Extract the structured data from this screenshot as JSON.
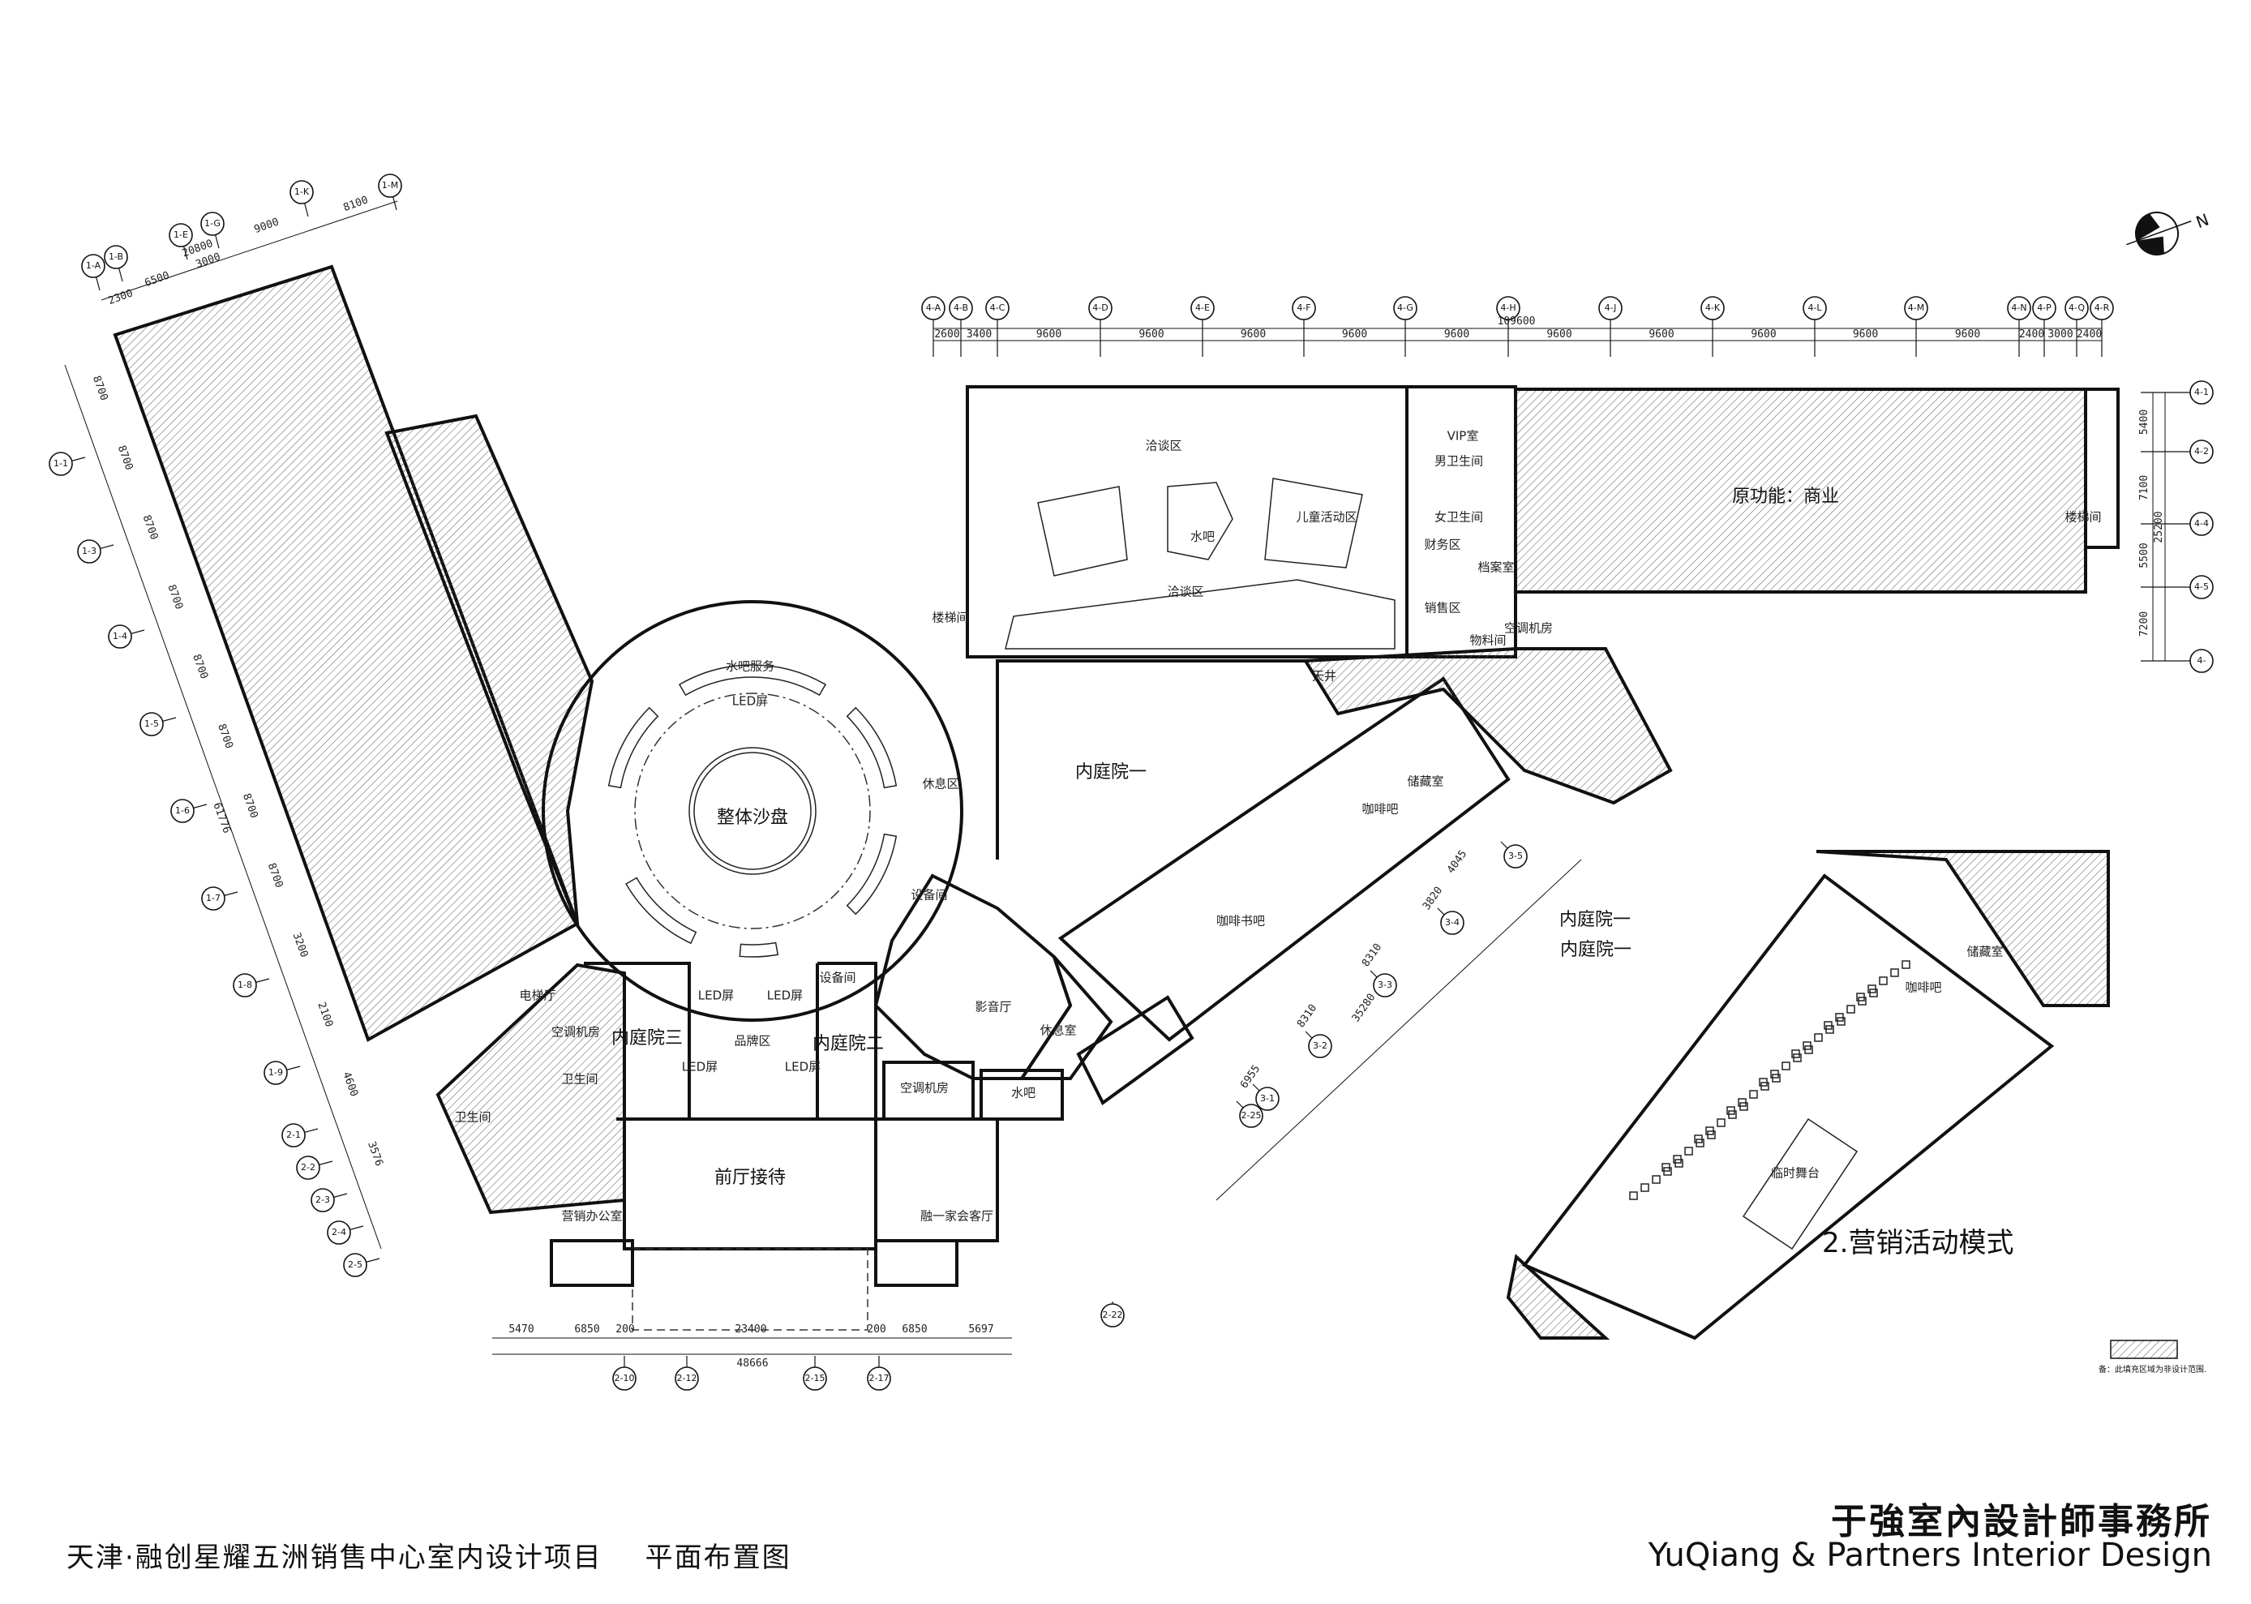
{
  "title_block": {
    "project_title": "天津·融创星耀五洲销售中心室内设计项目",
    "drawing_title": "平面布置图",
    "firm_cn": "于強室內設計師事務所",
    "firm_en": "YuQiang & Partners Interior Design"
  },
  "rooms": [
    "整体沙盘",
    "水吧服务",
    "LED屏",
    "休息区",
    "内庭院一",
    "设备间",
    "影音厅",
    "休息室",
    "设备间",
    "LED屏",
    "LED屏",
    "LED屏",
    "LED屏",
    "内庭院三",
    "品牌区",
    "内庭院二",
    "空调机房",
    "水吧",
    "前厅接待",
    "融一家会客厅",
    "洽谈区",
    "VIP室",
    "男卫生间",
    "女卫生间",
    "原功能：商业",
    "水吧",
    "儿童活动区",
    "财务区",
    "档案室",
    "洽谈区",
    "销售区",
    "空调机房",
    "物料间",
    "楼梯间",
    "楼梯间",
    "天井",
    "储藏室",
    "咖啡吧",
    "咖啡书吧",
    "内庭院一",
    "电梯厅",
    "空调机房",
    "卫生间",
    "卫生间",
    "营销办公室"
  ],
  "inset": {
    "title": "2.营销活动模式",
    "rooms": [
      "内庭院一",
      "储藏室",
      "咖啡吧",
      "临时舞台"
    ]
  },
  "legend": {
    "note": "备：此填充区域为非设计范围.",
    "hatch_meaning": "non-design-scope"
  },
  "grid": {
    "top_axes": [
      "4-A",
      "4-B",
      "4-C",
      "4-D",
      "4-E",
      "4-F",
      "4-G",
      "4-H",
      "4-J",
      "4-K",
      "4-L",
      "4-M",
      "4-N",
      "4-P",
      "4-Q",
      "4-R"
    ],
    "top_total": "109600",
    "top_dims": [
      "2600",
      "3400",
      "9600",
      "9600",
      "9600",
      "9600",
      "9600",
      "9600",
      "9600",
      "9600",
      "9600",
      "9600",
      "2400",
      "3000",
      "2400"
    ],
    "right_axes": [
      "4-1",
      "4-2",
      "4-4",
      "4-5",
      "4-"
    ],
    "right_dims": [
      "5400",
      "7100",
      "5500",
      "7200"
    ],
    "right_total": "25200",
    "topleft_axes": [
      "1-A",
      "1-B",
      "1-E",
      "1-G",
      "1-K",
      "1-M"
    ],
    "topleft_dims": [
      "2300",
      "6500",
      "3000",
      "9000",
      "8100"
    ],
    "topleft_total": "20800",
    "left_axes": [
      "1-1",
      "1-3",
      "1-4",
      "1-5",
      "1-6",
      "1-7",
      "1-8",
      "1-9",
      "2-1",
      "2-2",
      "2-3",
      "2-4",
      "2-5"
    ],
    "left_dims": [
      "8700",
      "8700",
      "8700",
      "8700",
      "8700",
      "8700",
      "8700",
      "8700",
      "3200",
      "2100",
      "4600",
      "3576"
    ],
    "left_total": "61776",
    "bottom_axes": [
      "2-10",
      "2-12",
      "2-15",
      "2-17",
      "2-22"
    ],
    "bottom_dims": [
      "5470",
      "6850",
      "200",
      "23400",
      "200",
      "6850",
      "5697"
    ],
    "bottom_total": "48666",
    "diag_axes": [
      "3-5",
      "3-4",
      "3-3",
      "3-2",
      "3-1",
      "2-25"
    ],
    "diag_dims": [
      "4045",
      "3820",
      "8310",
      "8310",
      "6955",
      "35280"
    ]
  },
  "north_arrow": "N",
  "colors": {
    "line": "#111111",
    "hatch": "#555555",
    "column": "#999999"
  }
}
